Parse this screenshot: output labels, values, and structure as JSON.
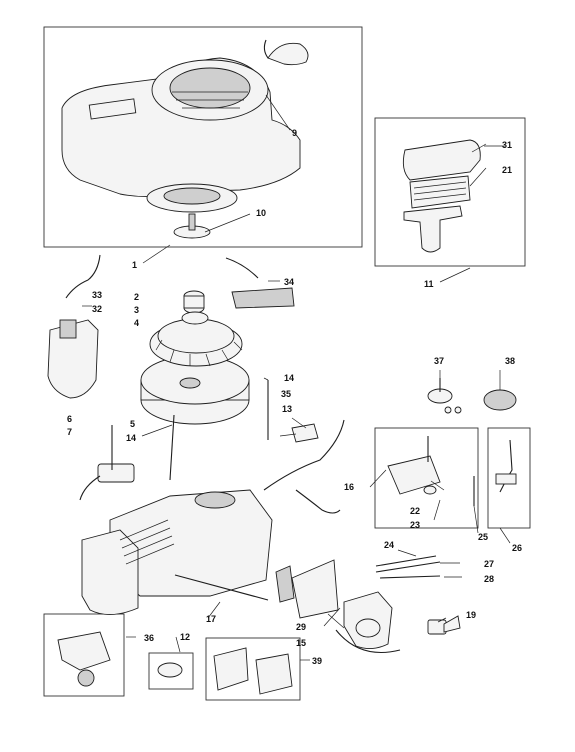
{
  "labels": {
    "l1": "1",
    "l2": "2",
    "l3": "3",
    "l4": "4",
    "l5": "5",
    "l6": "6",
    "l7": "7",
    "l9": "9",
    "l10": "10",
    "l11": "11",
    "l12": "12",
    "l13": "13",
    "l14a": "14",
    "l14b": "14",
    "l15": "15",
    "l16": "16",
    "l17": "17",
    "l19": "19",
    "l21": "21",
    "l22": "22",
    "l23": "23",
    "l24": "24",
    "l25": "25",
    "l26": "26",
    "l27": "27",
    "l28": "28",
    "l29": "29",
    "l31": "31",
    "l32": "32",
    "l33": "33",
    "l34": "34",
    "l35": "35",
    "l36": "36",
    "l37": "37",
    "l38": "38",
    "l39": "39"
  }
}
